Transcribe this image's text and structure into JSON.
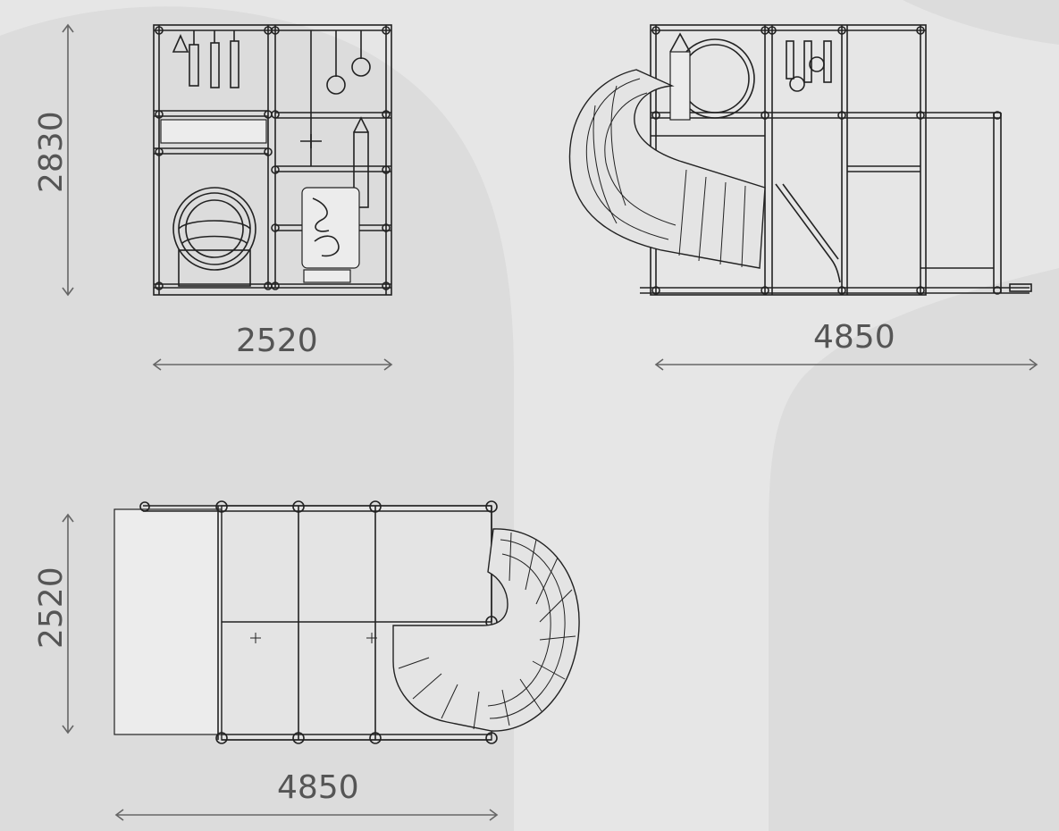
{
  "colors": {
    "background": "#e6e6e6",
    "background_shape": "#dcdcdc",
    "line": "#222222",
    "dimension_text": "#555555",
    "dimension_arrow": "#666666"
  },
  "views": {
    "front": {
      "height_label": "2830",
      "width_label": "2520"
    },
    "side": {
      "width_label": "4850"
    },
    "top": {
      "depth_label": "2520",
      "width_label": "4850"
    }
  }
}
